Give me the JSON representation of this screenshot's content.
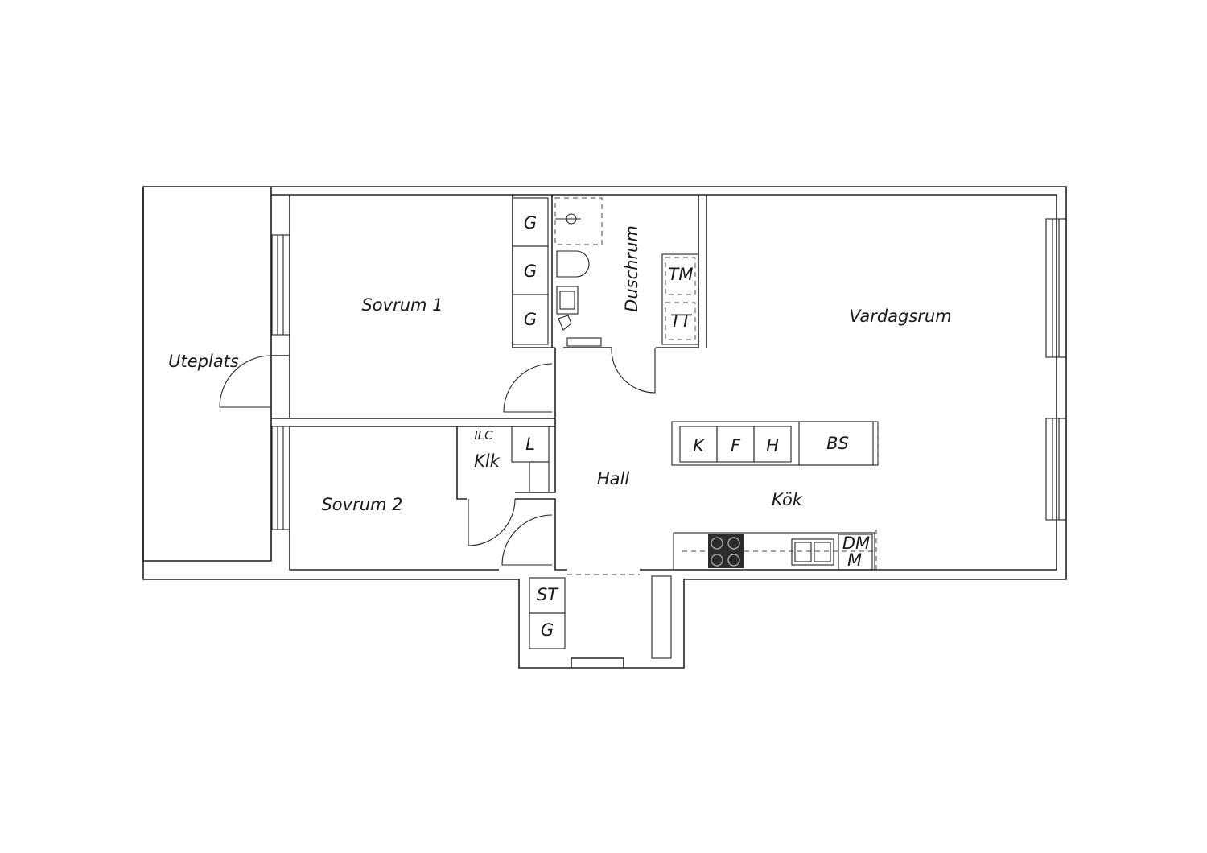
{
  "rooms": {
    "uteplats": "Uteplats",
    "sovrum1": "Sovrum 1",
    "sovrum2": "Sovrum 2",
    "duschrum": "Duschrum",
    "vardagsrum": "Vardagsrum",
    "hall": "Hall",
    "kok": "Kök",
    "klk": "Klk"
  },
  "fixtures": {
    "g": "G",
    "tm": "TM",
    "tt": "TT",
    "ilc": "ILC",
    "l": "L",
    "k": "K",
    "f": "F",
    "h": "H",
    "bs": "BS",
    "dm": "DM",
    "m": "M",
    "st": "ST"
  },
  "colors": {
    "line": "#222222",
    "stove": "#2b2b2b"
  }
}
